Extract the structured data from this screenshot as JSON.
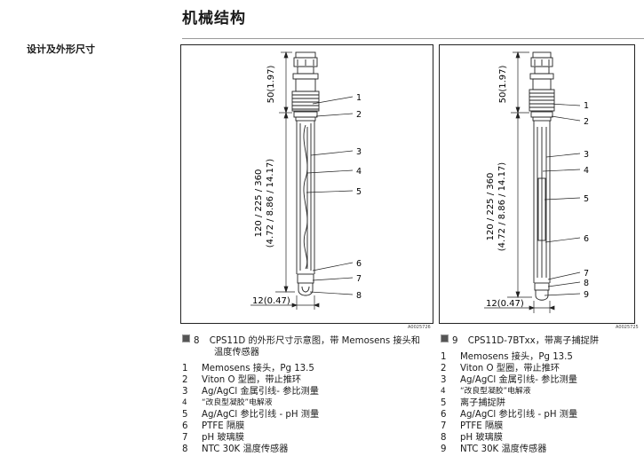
{
  "page": {
    "title": "机械结构",
    "section": "设计及外形尺寸"
  },
  "fig8": {
    "code": "A0025726",
    "dim_top": "50(1.97)",
    "dim_len_1": "120 / 225 / 360",
    "dim_len_2": "(4.72 / 8.86 / 14.17)",
    "dim_diam": "12(0.47)",
    "callouts": [
      "1",
      "2",
      "3",
      "4",
      "5",
      "6",
      "7",
      "8"
    ],
    "caption_num": "8",
    "caption_line1": "CPS11D 的外形尺寸示意图，带 Memosens 接头和",
    "caption_line2": "温度传感器",
    "legend": [
      {
        "n": "1",
        "t": "Memosens 接头，Pg 13.5"
      },
      {
        "n": "2",
        "t": "Viton O 型圈，带止推环"
      },
      {
        "n": "3",
        "t": "Ag/AgCl 金属引线- 参比测量"
      },
      {
        "n": "4",
        "t": "“改良型凝胶”电解液"
      },
      {
        "n": "5",
        "t": "Ag/AgCl 参比引线 - pH 测量"
      },
      {
        "n": "6",
        "t": "PTFE 隔膜"
      },
      {
        "n": "7",
        "t": "pH 玻璃膜"
      },
      {
        "n": "8",
        "t": "NTC 30K 温度传感器"
      }
    ]
  },
  "fig9": {
    "code": "A0025725",
    "dim_top": "50(1.97)",
    "dim_len_1": "120 / 225 / 360",
    "dim_len_2": "(4.72 / 8.86 / 14.17)",
    "dim_diam": "12(0.47)",
    "callouts": [
      "1",
      "2",
      "3",
      "4",
      "5",
      "6",
      "7",
      "8",
      "9"
    ],
    "caption_num": "9",
    "caption_line1": "CPS11D-7BTxx，带离子捕捉阱",
    "legend": [
      {
        "n": "1",
        "t": "Memosens 接头，Pg 13.5"
      },
      {
        "n": "2",
        "t": "Viton O 型圈，带止推环"
      },
      {
        "n": "3",
        "t": "Ag/AgCl 金属引线- 参比测量"
      },
      {
        "n": "4",
        "t": "“改良型凝胶”电解液"
      },
      {
        "n": "5",
        "t": "离子捕捉阱"
      },
      {
        "n": "6",
        "t": "Ag/AgCl 参比引线 - pH 测量"
      },
      {
        "n": "7",
        "t": "PTFE 隔膜"
      },
      {
        "n": "8",
        "t": "pH 玻璃膜"
      },
      {
        "n": "9",
        "t": "NTC 30K 温度传感器"
      }
    ]
  }
}
